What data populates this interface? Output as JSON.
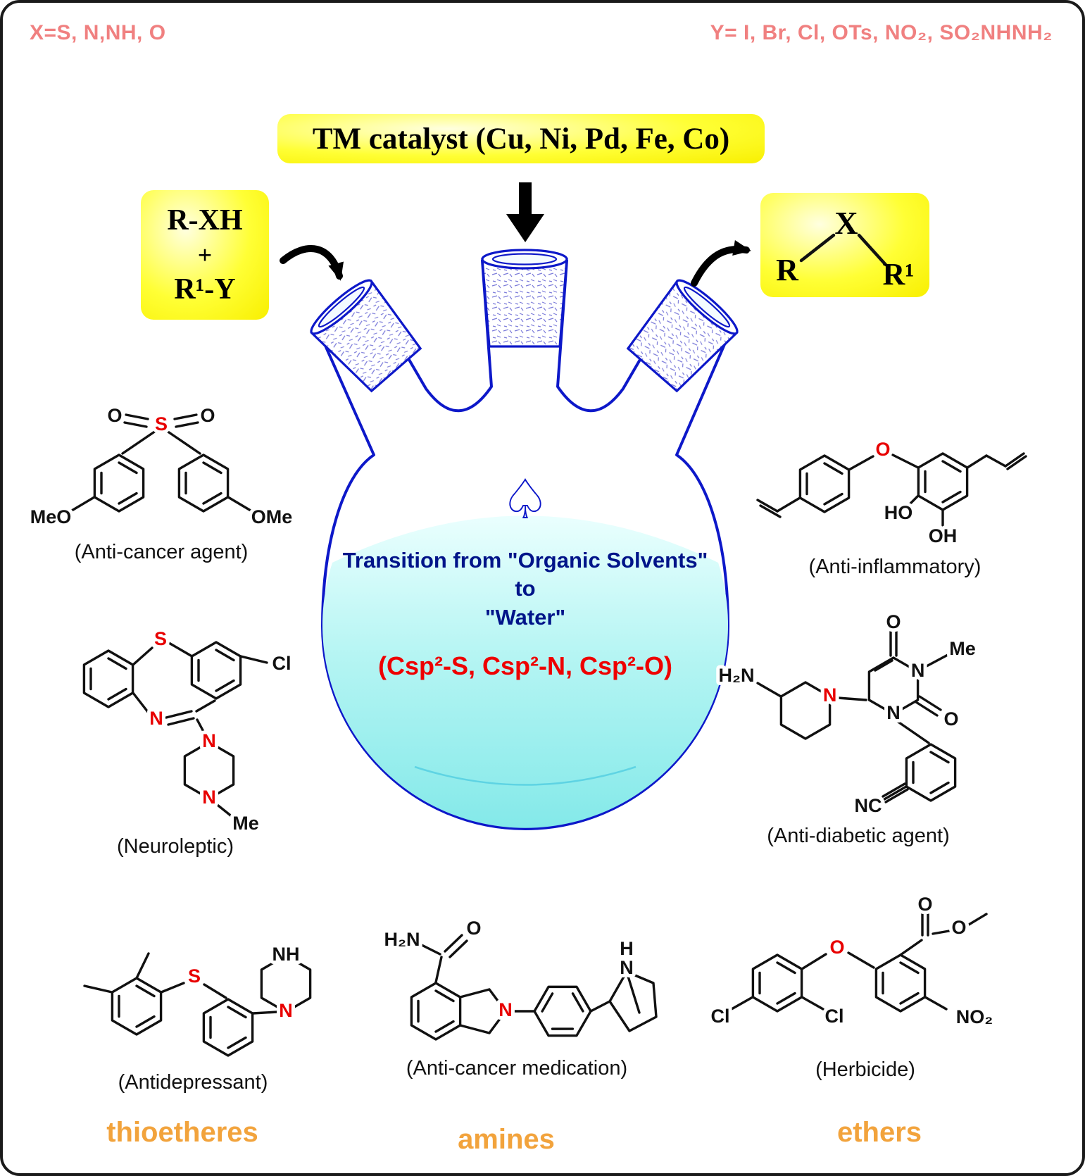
{
  "legends": {
    "x": "X=S, N,NH, O",
    "y": "Y= I, Br, Cl, OTs, NO₂, SO₂NHNH₂"
  },
  "scheme": {
    "catalyst": "TM catalyst (Cu, Ni, Pd, Fe, Co)",
    "reactant1": "R-XH",
    "plus": "+",
    "reactant2": "R¹-Y",
    "product": {
      "r": "R",
      "x": "X",
      "r1": "R¹"
    }
  },
  "flask": {
    "line1": "Transition from \"Organic Solvents\"",
    "line2": "to",
    "line3": "\"Water\"",
    "csp": "(Csp²-S, Csp²-N, Csp²-O)",
    "spade": "♤"
  },
  "molecules": {
    "sulfone": {
      "caption": "(Anti-cancer agent)",
      "atoms": {
        "o_left": "O",
        "s": "S",
        "o_right": "O",
        "meo": "MeO",
        "ome": "OMe"
      }
    },
    "antiinflammatory": {
      "caption": "(Anti-inflammatory)",
      "atoms": {
        "o": "O",
        "ho": "HO",
        "oh": "OH"
      }
    },
    "neuroleptic": {
      "caption": "(Neuroleptic)",
      "atoms": {
        "s": "S",
        "cl": "Cl",
        "n_imine": "N",
        "n_top": "N",
        "n_bottom": "N",
        "me": "Me"
      }
    },
    "antidiabetic": {
      "caption": "(Anti-diabetic agent)",
      "atoms": {
        "o_top": "O",
        "me": "Me",
        "n_me": "N",
        "o_right": "O",
        "n_ring": "N",
        "nc": "NC",
        "n_pip": "N",
        "h2n": "H₂N"
      }
    },
    "antidepressant": {
      "caption": "(Antidepressant)",
      "atoms": {
        "s": "S",
        "n": "N",
        "nh": "NH"
      }
    },
    "anticancer_med": {
      "caption": "(Anti-cancer medication)",
      "atoms": {
        "h2n": "H₂N",
        "o": "O",
        "n_ring": "N",
        "n_h": "N",
        "h": "H"
      }
    },
    "herbicide": {
      "caption": "(Herbicide)",
      "atoms": {
        "cl_left": "Cl",
        "cl_right": "Cl",
        "o_bridge": "O",
        "o_top": "O",
        "o_ester": "O",
        "no2": "NO₂"
      }
    }
  },
  "categories": [
    "thioetheres",
    "amines",
    "ethers"
  ],
  "colors": {
    "highlight_yellow": "#ffff22",
    "legend_salmon": "#f08080",
    "flask_blue": "#0d18c9",
    "liquid_cyan": "#a8f0ee",
    "emphasis_red": "#ee0000",
    "category_orange": "#f2a33c",
    "flask_text_blue": "#001489"
  }
}
